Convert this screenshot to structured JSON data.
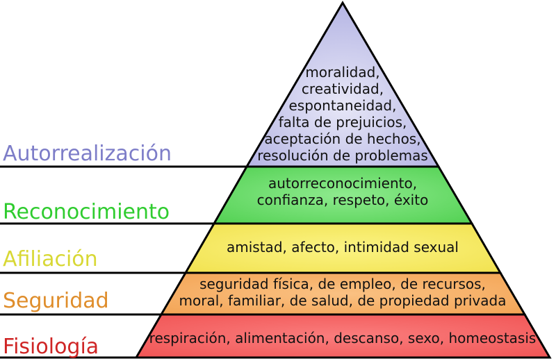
{
  "outline_color": "#000000",
  "description_text_color": "#111111",
  "levels": [
    {
      "name": "Autorrealización",
      "name_color": "#7d7dc8",
      "description": "moralidad,\ncreatividad,\nespontaneidad,\nfalta de prejuicios,\naceptación de hechos,\nresolución de problemas",
      "center_color": "#e7e7f7",
      "edge_color": "#a6a6de"
    },
    {
      "name": "Reconocimiento",
      "name_color": "#2fcc2f",
      "description": "autorreconocimiento,\nconfianza, respeto, éxito",
      "center_color": "#8eea8e",
      "edge_color": "#4ecf4e"
    },
    {
      "name": "Afiliación",
      "name_color": "#d8d835",
      "description": "amistad, afecto, intimidad sexual",
      "center_color": "#fbf383",
      "edge_color": "#f1e14c"
    },
    {
      "name": "Seguridad",
      "name_color": "#df8d2b",
      "description": "seguridad física, de empleo, de recursos,\nmoral, familiar, de salud, de propiedad privada",
      "center_color": "#fac183",
      "edge_color": "#f3a251"
    },
    {
      "name": "Fisiología",
      "name_color": "#cf2525",
      "description": "respiración, alimentación, descanso, sexo, homeostasis",
      "center_color": "#fa7d7d",
      "edge_color": "#f05252"
    }
  ]
}
